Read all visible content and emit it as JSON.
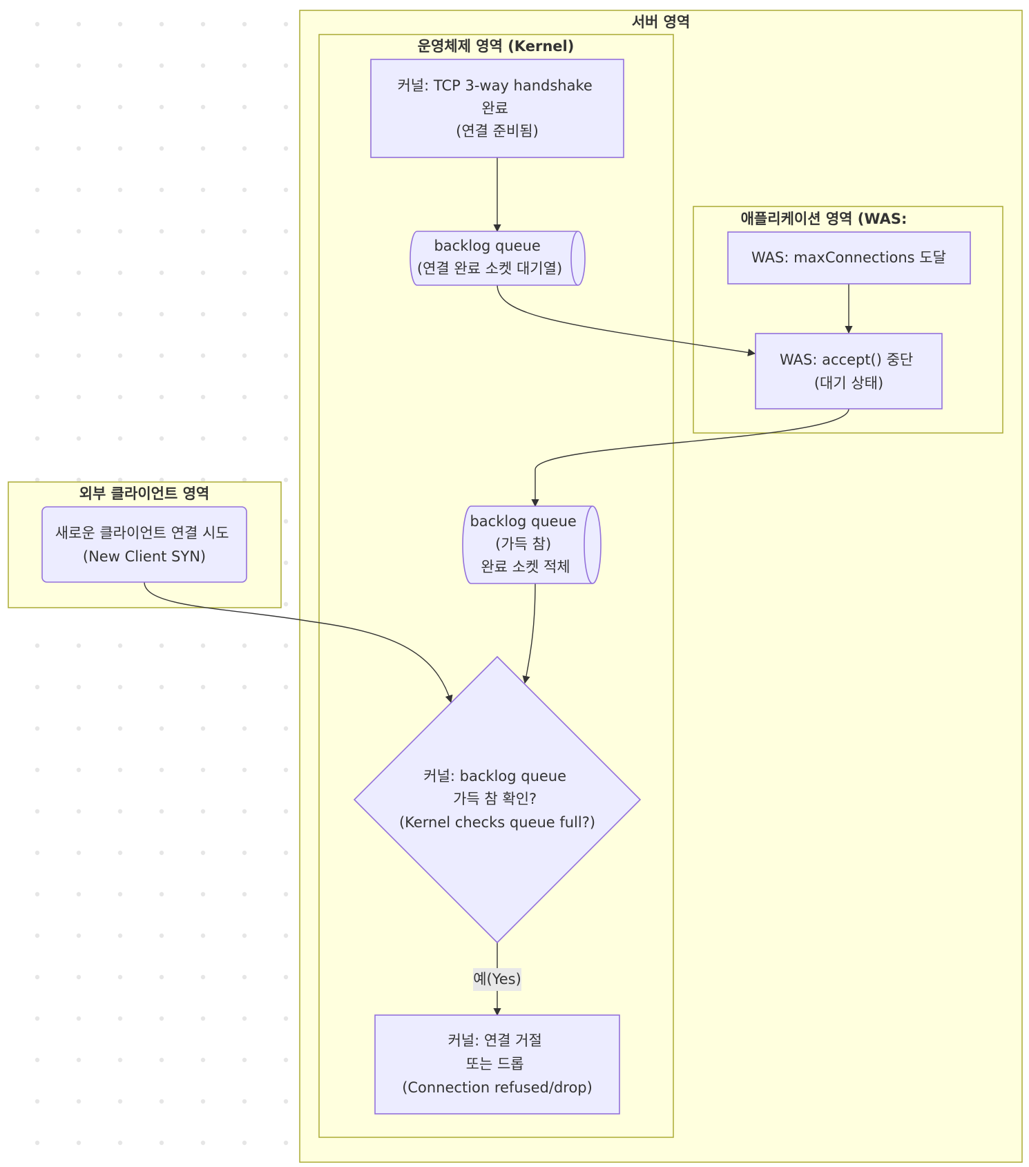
{
  "clusters": {
    "server": {
      "title": "서버 영역"
    },
    "kernel": {
      "title": "운영체제 영역 (Kernel)"
    },
    "app": {
      "title": "애플리케이션 영역 (WAS:"
    },
    "client": {
      "title": "외부 클라이언트 영역"
    }
  },
  "nodes": {
    "handshake": {
      "lines": [
        "커널: TCP 3-way handshake",
        "완료",
        "(연결 준비됨)"
      ]
    },
    "backlog1": {
      "lines": [
        "backlog queue",
        "(연결 완료 소켓 대기열)"
      ]
    },
    "was_max": {
      "lines": [
        "WAS: maxConnections 도달"
      ]
    },
    "was_accept": {
      "lines": [
        "WAS: accept() 중단",
        "(대기 상태)"
      ]
    },
    "backlog2": {
      "lines": [
        "backlog queue",
        "(가득 참)",
        "완료 소켓 적체"
      ]
    },
    "client_syn": {
      "lines": [
        "새로운 클라이언트 연결 시도",
        "(New Client SYN)"
      ]
    },
    "decision": {
      "lines": [
        "커널: backlog queue",
        "가득 참 확인?",
        "(Kernel checks queue full?)"
      ]
    },
    "refuse": {
      "lines": [
        "커널: 연결 거절",
        "또는 드롭",
        "(Connection refused/drop)"
      ]
    }
  },
  "edges": {
    "yes_label": "예(Yes)"
  }
}
